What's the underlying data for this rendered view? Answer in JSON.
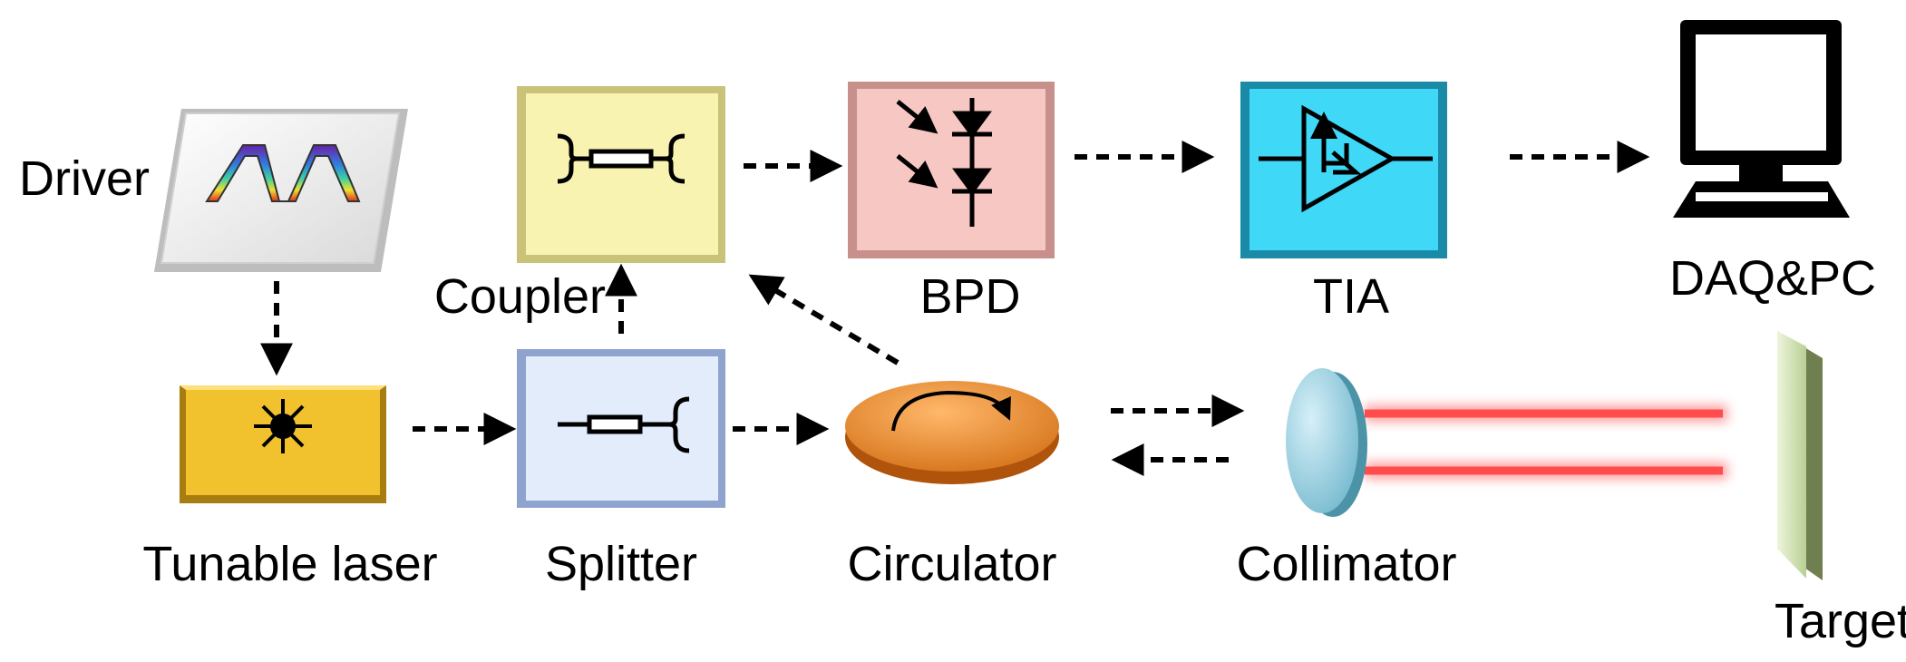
{
  "labels": {
    "driver": "Driver",
    "tunable_laser": "Tunable laser",
    "splitter": "Splitter",
    "coupler": "Coupler",
    "circulator": "Circulator",
    "bpd": "BPD",
    "tia": "TIA",
    "daq_pc": "DAQ&PC",
    "collimator": "Collimator",
    "target": "Target"
  },
  "colors": {
    "laser_box": "#f2c12e",
    "splitter_box": "#cddcf7",
    "coupler_box": "#f7f2a6",
    "bpd_box": "#f4c2bd",
    "tia_box": "#2ecff0",
    "circulator": "#f08a25",
    "collimator": "#9fd5e4",
    "target": "#d8e8b8",
    "beam": "#ff5a5a"
  },
  "icons": {
    "driver": "triangle-waveform-icon",
    "laser": "laser-starburst-icon",
    "splitter": "fiber-splitter-icon",
    "coupler": "fiber-coupler-icon",
    "bpd": "photodiode-pair-icon",
    "tia": "amplifier-icon",
    "daq_pc": "computer-monitor-icon",
    "circulator": "circulator-arrow-icon"
  }
}
